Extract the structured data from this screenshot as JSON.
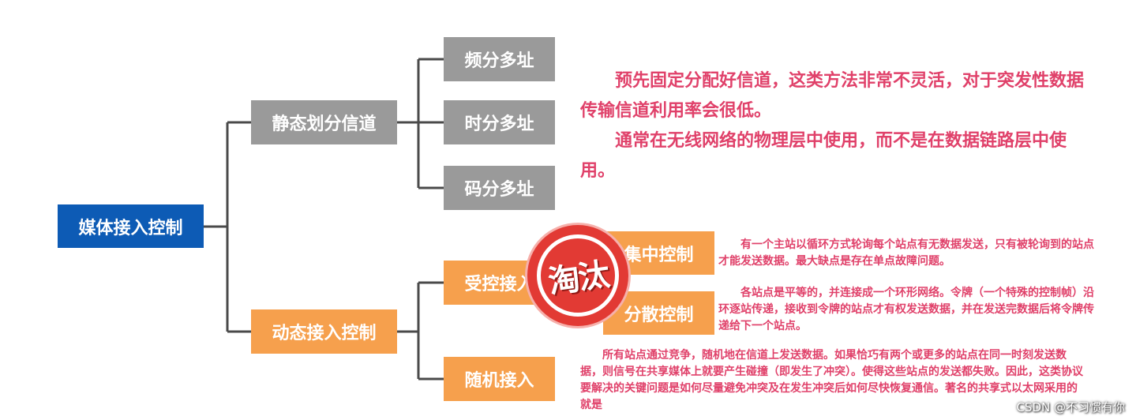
{
  "nodes": {
    "root": "媒体接入控制",
    "static": "静态划分信道",
    "dynamic": "动态接入控制",
    "fdma": "频分多址",
    "tdma": "时分多址",
    "cdma": "码分多址",
    "controlled": "受控接入",
    "random": "随机接入",
    "centralized": "集中控制",
    "distributed": "分散控制"
  },
  "notes": {
    "static_p1": "预先固定分配好信道，这类方法非常不灵活，对于突发性数据传输信道利用率会很低。",
    "static_p2": "通常在无线网络的物理层中使用，而不是在数据链路层中使用。",
    "centralized": "有一个主站以循环方式轮询每个站点有无数据发送，只有被轮询到的站点才能发送数据。最大缺点是存在单点故障问题。",
    "distributed": "各站点是平等的，并连接成一个环形网络。令牌（一个特殊的控制帧）沿环逐站传递，接收到令牌的站点才有权发送数据，并在发送完数据后将令牌传递给下一个站点。",
    "random": "所有站点通过竞争，随机地在信道上发送数据。如果恰巧有两个或更多的站点在同一时刻发送数据，则信号在共享媒体上就要产生碰撞（即发生了冲突）。使得这些站点的发送都失败。因此，这类协议要解决的关键问题是如何尽量避免冲突及在发生冲突后如何尽快恢复通信。著名的共享式以太网采用的就是"
  },
  "stamp": "淘汰",
  "watermark": "CSDN @不习惯有你",
  "colors": {
    "root": "#0d5bb5",
    "static": "#9a9a9a",
    "dynamic": "#f6a04d",
    "note": "#e0416a",
    "stamp": "#e23a34",
    "connector": "#4a4a4a"
  }
}
